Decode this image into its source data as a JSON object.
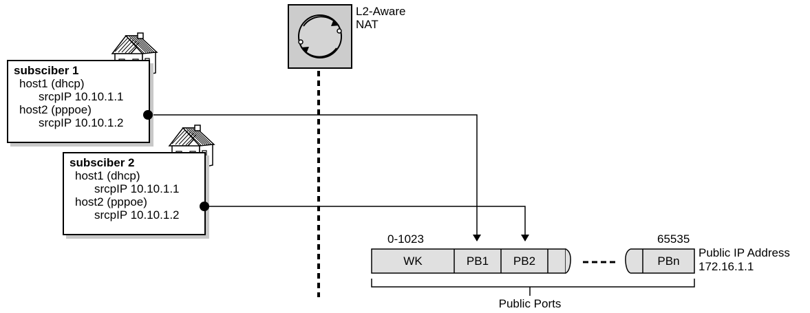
{
  "nat": {
    "label_line1": "L2-Aware",
    "label_line2": "NAT"
  },
  "subscribers": [
    {
      "title": "subsciber 1",
      "host1": "host1 (dhcp)",
      "host1_ip": "srcpIP 10.10.1.1",
      "host2": "host2 (pppoe)",
      "host2_ip": "srcpIP 10.10.1.2"
    },
    {
      "title": "subsciber 2",
      "host1": "host1 (dhcp)",
      "host1_ip": "srcpIP 10.10.1.1",
      "host2": "host2 (pppoe)",
      "host2_ip": "srcpIP 10.10.1.2"
    }
  ],
  "port_range": {
    "start_label": "0-1023",
    "end_label": "65535",
    "blocks": [
      "WK",
      "PB1",
      "PB2",
      "PBn"
    ]
  },
  "public_ip": {
    "label": "Public IP Address",
    "address": "172.16.1.1"
  },
  "public_ports": {
    "label": "Public Ports"
  },
  "colors": {
    "box_fill": "#e0e0e0",
    "nat_fill": "#cccccc",
    "shadow": "#c8c8c8"
  }
}
